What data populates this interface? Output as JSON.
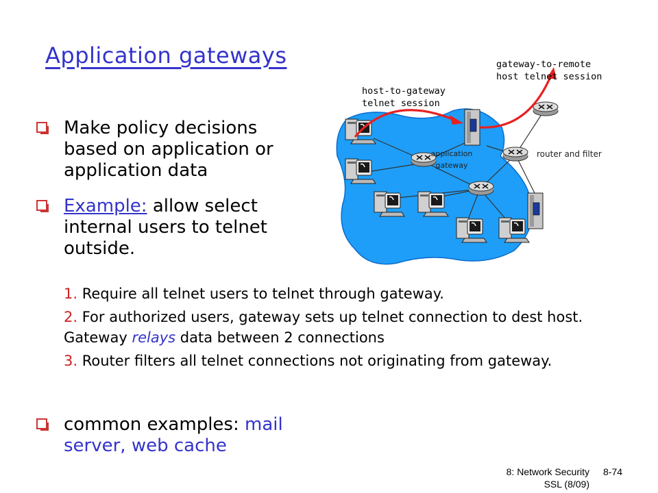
{
  "slide": {
    "title": "Application gateways",
    "bullets": [
      {
        "text": "Make policy decisions based on application or application data"
      },
      {
        "prefix": "Example:",
        "text": " allow select internal users to telnet outside."
      }
    ],
    "steps": [
      {
        "num": "1.",
        "text": " Require all telnet users to telnet through gateway."
      },
      {
        "num": "2.",
        "text_a": " For authorized users, gateway sets up telnet connection to dest host. Gateway ",
        "em": "relays",
        "text_b": " data between 2 connections"
      },
      {
        "num": "3.",
        "text": " Router filters all telnet connections not originating from gateway."
      }
    ],
    "last_bullet": {
      "prefix": "common examples: ",
      "highlight": "mail server, web cache"
    }
  },
  "diagram": {
    "label_host_to_gateway_1": "host-to-gateway",
    "label_host_to_gateway_2": "telnet session",
    "label_gateway_remote_1": "gateway-to-remote",
    "label_gateway_remote_2": "host telnet session",
    "label_app_gateway_1": "application",
    "label_app_gateway_2": "gateway",
    "label_router_filter": "router and filter"
  },
  "footer": {
    "course": "8: Network Security",
    "date": "SSL (8/09)",
    "page": "8-74"
  },
  "colors": {
    "title": "#3333cc",
    "accent": "#cc2222",
    "cloud": "#1e9ef8"
  }
}
